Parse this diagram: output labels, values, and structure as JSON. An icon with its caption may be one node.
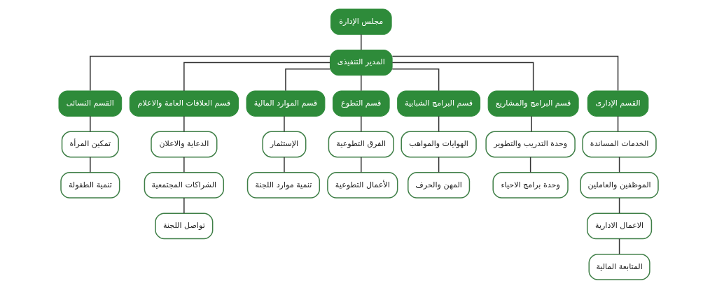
{
  "diagram": {
    "nodes": [
      {
        "text": [
          "مجلس الإدارة"
        ]
      },
      {
        "text": [
          "المدير التنفيذى"
        ]
      },
      {
        "text": [
          "القسم النسائى"
        ]
      },
      {
        "text": [
          "تمكين المرأة"
        ]
      },
      {
        "text": [
          "تنمية الطفولة"
        ]
      },
      {
        "text": [
          "قسم العلاقات العامة والاعلام"
        ]
      },
      {
        "text": [
          "الدعاية والاعلان"
        ]
      },
      {
        "text": [
          "الشراكات المجتمعية"
        ]
      },
      {
        "text": [
          "تواصل اللجنة"
        ]
      },
      {
        "text": [
          "قسم الموارد المالية"
        ]
      },
      {
        "text": [
          "الإستثمار"
        ]
      },
      {
        "text": [
          "تنمية موارد اللجنة"
        ]
      },
      {
        "text": [
          "قسم التطوع"
        ]
      },
      {
        "text": [
          "الفرق التطوعية"
        ]
      },
      {
        "text": [
          "الأعمال التطوعية"
        ]
      },
      {
        "text": [
          "قسم البرامج الشبابية"
        ]
      },
      {
        "text": [
          "الهوايات والمواهب"
        ]
      },
      {
        "text": [
          "المهن والحرف"
        ]
      },
      {
        "text": [
          "قسم البرامج والمشاريع"
        ]
      },
      {
        "text": [
          "وحدة التدريب والتطوير"
        ]
      },
      {
        "text": [
          "وحدة برامج الاحياء"
        ]
      },
      {
        "text": [
          "القسم الإدارى"
        ]
      },
      {
        "text": [
          "الخدمات المساندة"
        ]
      },
      {
        "text": [
          "الموظفين والعاملين"
        ]
      },
      {
        "text": [
          "الاعمال الادارية"
        ]
      },
      {
        "text": [
          "المتابعة المالية"
        ]
      }
    ],
    "edges": [
      {
        "from": 0,
        "to": 1,
        "arrow": "none"
      },
      {
        "from": 1,
        "to": 2,
        "arrow": "none"
      },
      {
        "from": 1,
        "to": 5,
        "arrow": "none"
      },
      {
        "from": 1,
        "to": 9,
        "arrow": "none"
      },
      {
        "from": 1,
        "to": 12,
        "arrow": "none"
      },
      {
        "from": 1,
        "to": 15,
        "arrow": "none"
      },
      {
        "from": 1,
        "to": 18,
        "arrow": "none"
      },
      {
        "from": 1,
        "to": 21,
        "arrow": "none"
      },
      {
        "from": 2,
        "to": 3,
        "arrow": "none"
      },
      {
        "from": 3,
        "to": 4,
        "arrow": "none"
      },
      {
        "from": 5,
        "to": 6,
        "arrow": "none"
      },
      {
        "from": 6,
        "to": 7,
        "arrow": "none"
      },
      {
        "from": 7,
        "to": 8,
        "arrow": "none"
      },
      {
        "from": 9,
        "to": 10,
        "arrow": "none"
      },
      {
        "from": 10,
        "to": 11,
        "arrow": "none"
      },
      {
        "from": 12,
        "to": 13,
        "arrow": "none"
      },
      {
        "from": 13,
        "to": 14,
        "arrow": "none"
      },
      {
        "from": 15,
        "to": 16,
        "arrow": "none"
      },
      {
        "from": 16,
        "to": 17,
        "arrow": "none"
      },
      {
        "from": 18,
        "to": 19,
        "arrow": "none"
      },
      {
        "from": 19,
        "to": 20,
        "arrow": "none"
      },
      {
        "from": 21,
        "to": 22,
        "arrow": "none"
      },
      {
        "from": 22,
        "to": 23,
        "arrow": "none"
      },
      {
        "from": 23,
        "to": 24,
        "arrow": "none"
      },
      {
        "from": 24,
        "to": 25,
        "arrow": "none"
      }
    ]
  }
}
